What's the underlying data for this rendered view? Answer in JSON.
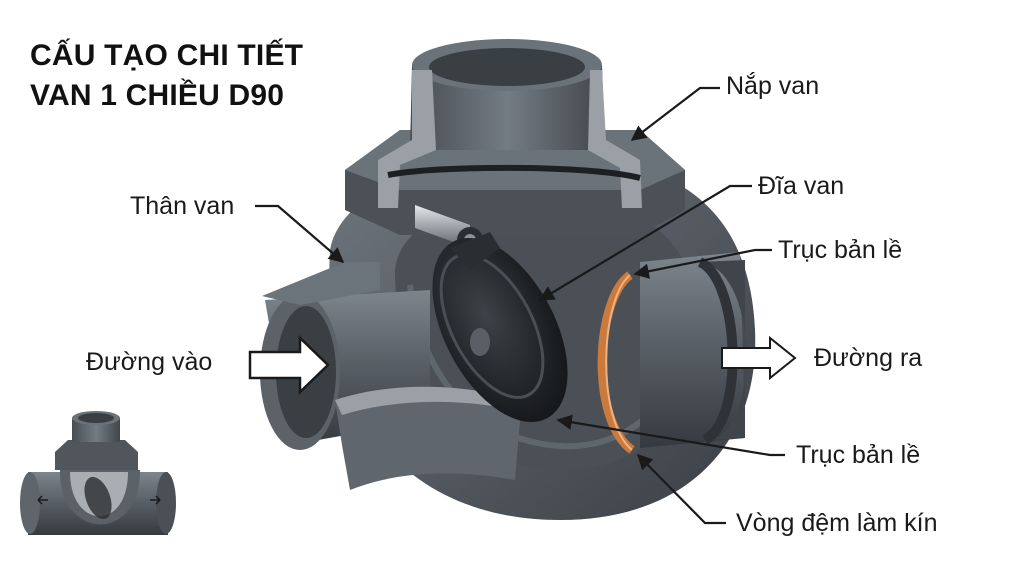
{
  "title": {
    "line1": "CẤU TẠO CHI TIẾT",
    "line2": "VAN 1 CHIỀU D90"
  },
  "labels": {
    "cap": "Nắp van",
    "disc": "Đĩa van",
    "hinge_top": "Trục bản lề",
    "body": "Thân van",
    "inlet": "Đường vào",
    "outlet": "Đường ra",
    "hinge_bottom": "Trục bản lề",
    "seal": "Vòng đệm làm kín"
  },
  "colors": {
    "pvc": "#4f555c",
    "pvc_light": "#7a828a",
    "pvc_dark": "#2f3338",
    "section_hatch": "#9aa0a6",
    "gasket": "#c97a3c",
    "disc": "#26292d",
    "leader": "#1a1a1a"
  }
}
